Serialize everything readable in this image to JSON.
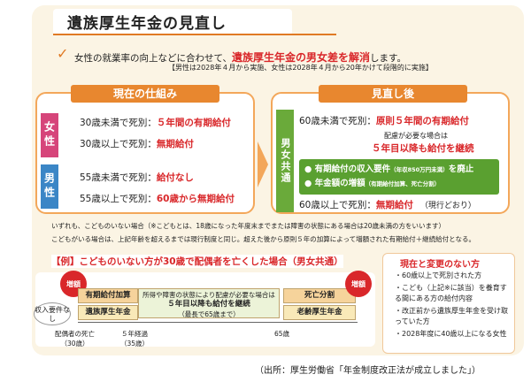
{
  "title": "遺族厚生年金の見直し",
  "intro": {
    "pre": "女性の就業率の向上などに合わせて、",
    "highlight": "遺族厚生年金の男女差を解消",
    "post": "します。",
    "note": "【男性は2028年４月から実施、女性は2028年４月から20年かけて段階的に実施】"
  },
  "current": {
    "title": "現在の仕組み",
    "female": {
      "label": "女性",
      "r1a": "30歳未満で死別：",
      "r1b": "５年間の有期給付",
      "r2a": "30歳以上で死別：",
      "r2b": "無期給付"
    },
    "male": {
      "label": "男性",
      "r1a": "55歳未満で死別：",
      "r1b": "給付なし",
      "r2a": "55歳以上で死別：",
      "r2b": "60歳から無期給付"
    }
  },
  "revised": {
    "title": "見直し後",
    "side": "男女共通",
    "r1a": "60歳未満で死別：",
    "r1b": "原則５年間の有期給付",
    "care1": "配慮が必要な場合は",
    "care2": "５年目以降も給付を継続",
    "g1": "● 有期給付の収入要件",
    "g1s": "（年収850万円未満）",
    "g1e": "を廃止",
    "g2": "● 年金額の増額",
    "g2s": "（有期給付加算、死亡分割）",
    "r2a": "60歳以上で死別：",
    "r2b": "無期給付",
    "r2c": "（現行どおり）"
  },
  "footnote1": "いずれも、こどものいない場合（※こどもとは、18歳になった年度末までまたは障害の状態にある場合は20歳未満の方をいいます）",
  "footnote2": "こどもがいる場合は、上記年齢を超えるまでは現行制度と同じ。超えた後から原則５年の加算によって増額された有期給付＋継続給付となる。",
  "example": {
    "title": "【例】こどものいない方が30歳で配偶者を亡くした場合（男女共通）",
    "income": "収入要件なし",
    "badge1": "増額",
    "badge2": "増額",
    "c1": "有期給付加算",
    "c2": "遺族厚生年金",
    "mid1": "所得や障害の状態により配慮が必要な場合は",
    "mid2": "５年目以降も給付を継続",
    "mid3": "（最長で65歳まで）",
    "c3": "死亡分割",
    "c4": "老齢厚生年金",
    "t1a": "配偶者の死亡",
    "t1b": "（30歳）",
    "t2a": "５年経過",
    "t2b": "（35歳）",
    "t3": "65歳"
  },
  "nochange": {
    "title": "現在と変更のない方",
    "i1": "60歳以上で死別された方",
    "i2": "こども（上記※に該当）を養育する間にある方の給付内容",
    "i3": "改正前から遺族厚生年金を受け取っていた方",
    "i4": "2028年度に40歳以上になる女性"
  },
  "source": "（出所：厚生労働省「年金制度改正法が成立しました」）"
}
